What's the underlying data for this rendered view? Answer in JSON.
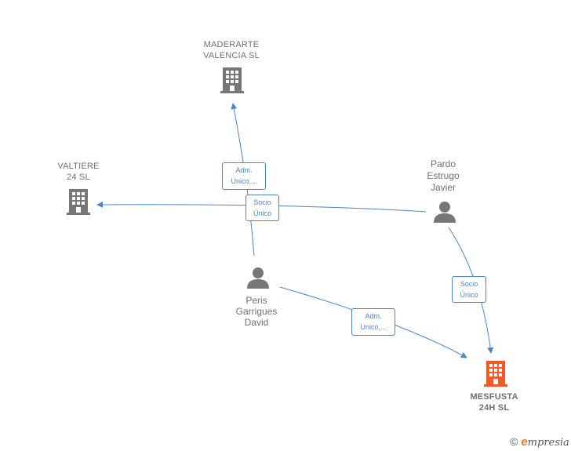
{
  "nodes": {
    "maderarte": {
      "lines": [
        "MADERARTE",
        "VALENCIA  SL"
      ],
      "type": "company"
    },
    "valtiere": {
      "lines": [
        "VALTIERE",
        "24  SL"
      ],
      "type": "company"
    },
    "pardo": {
      "lines": [
        "Pardo",
        "Estrugo",
        "Javier"
      ],
      "type": "person"
    },
    "peris": {
      "lines": [
        "Peris",
        "Garrigues",
        "David"
      ],
      "type": "person"
    },
    "mesfusta": {
      "lines": [
        "MESFUSTA",
        "24H  SL"
      ],
      "type": "company-highlight"
    }
  },
  "edges": {
    "peris_maderarte": {
      "lines": [
        "Adm.",
        "Unico,..."
      ]
    },
    "pardo_valtiere": {
      "lines": [
        "Socio",
        "Único"
      ]
    },
    "pardo_mesfusta": {
      "lines": [
        "Socio",
        "Único"
      ]
    },
    "peris_mesfusta": {
      "lines": [
        "Adm.",
        "Unico,..."
      ]
    }
  },
  "colors": {
    "edge": "#4a86c8",
    "company_icon": "#777777",
    "highlight_icon": "#f05a28",
    "person_icon": "#777777",
    "label": "#6f6f6f"
  },
  "footer": {
    "copyright": "©",
    "brand_initial": "e",
    "brand_rest": "mpresia"
  }
}
